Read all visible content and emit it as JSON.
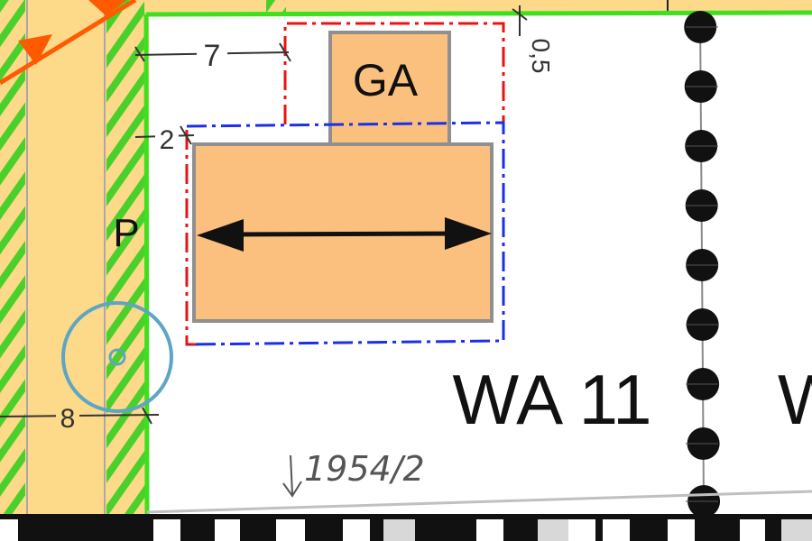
{
  "labels": {
    "garage": "GA",
    "parking": "P",
    "zone": "WA 11",
    "zone_cut": "W",
    "parcel": "1954/2"
  },
  "dimensions": {
    "top": "7",
    "left": "2",
    "bottom": "8",
    "vertical": "0,5"
  },
  "colors": {
    "building_fill": "#fcc07e",
    "building_stroke": "#8f8f8f",
    "boundary_green": "#3ee01e",
    "hatch_green": "#4ad02a",
    "strip_fill": "#fdd98a",
    "garage_boundary": "#ee1111",
    "building_window": "#1a2fe8",
    "tree_circle": "#5ea5c4",
    "orange_line": "#ff5a00",
    "dotted_line": "#111111"
  },
  "icons": [
    "double-arrow-icon",
    "tree-icon",
    "parcel-arrow-icon",
    "triangle-marker-icon"
  ]
}
